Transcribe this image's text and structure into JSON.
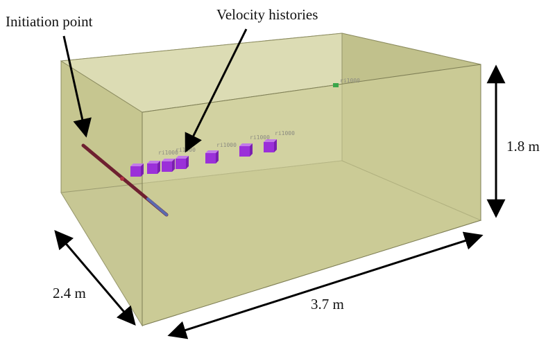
{
  "labels": {
    "initiation_point": "Initiation point",
    "velocity_histories": "Velocity histories",
    "height": "1.8 m",
    "width": "2.4 m",
    "length": "3.7 m"
  },
  "gauge_tags": [
    "ri1000",
    "ri1000",
    "ri1000",
    "ri1000",
    "ri1000"
  ],
  "colors": {
    "box_fill": "#cfcf9a",
    "box_edge": "#8c8c60",
    "gauge": "#9b30d9",
    "charge": "#7a2a3a",
    "marker": "#3aa64a"
  }
}
